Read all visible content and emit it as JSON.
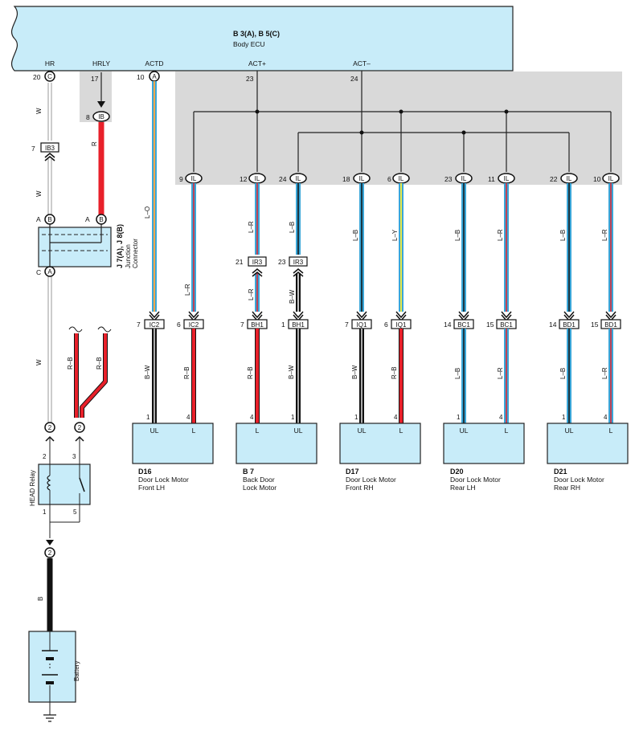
{
  "ecu": {
    "code": "B 3(A), B 5(C)",
    "name": "Body ECU",
    "terminals": [
      "HR",
      "HRLY",
      "ACTD",
      "ACT+",
      "ACT–"
    ]
  },
  "pins": {
    "hr": "20",
    "hr_conn": "C",
    "hrly": "17",
    "actd": "10",
    "actd_conn": "A",
    "actp": "23",
    "actm": "24"
  },
  "connectors": {
    "ib_pin": "8",
    "ib": "IB",
    "ib3_pin": "7",
    "ib3": "IB3",
    "il": "IL",
    "ir3": "IR3",
    "ic2": "IC2",
    "bh1": "BH1",
    "iq1": "IQ1",
    "bc1": "BC1",
    "bd1": "BD1"
  },
  "il_pins": [
    "9",
    "12",
    "24",
    "18",
    "6",
    "23",
    "11",
    "22",
    "10"
  ],
  "junction": {
    "code": "J 7(A), J 8(B)",
    "line1": "Junction",
    "line2": "Connector",
    "a": "A",
    "b": "B",
    "c": "C"
  },
  "wires": {
    "w": "W",
    "r": "R",
    "lo": "L–O",
    "lr": "L–R",
    "lb": "L–B",
    "ly": "L–Y",
    "bw": "B–W",
    "rb": "R–B",
    "b": "B"
  },
  "pin_nums": {
    "n21": "21",
    "n23": "23",
    "n7": "7",
    "n6": "6",
    "n1": "1",
    "n14": "14",
    "n15": "15",
    "n4": "4",
    "n2": "2",
    "n3": "3",
    "n5": "5"
  },
  "motor_terms": {
    "ul": "UL",
    "l": "L"
  },
  "motors": [
    {
      "code": "D16",
      "line1": "Door Lock Motor",
      "line2": "Front LH"
    },
    {
      "code": "B 7",
      "line1": "Back Door",
      "line2": "Lock Motor"
    },
    {
      "code": "D17",
      "line1": "Door Lock Motor",
      "line2": "Front RH"
    },
    {
      "code": "D20",
      "line1": "Door Lock Motor",
      "line2": "Rear LH"
    },
    {
      "code": "D21",
      "line1": "Door Lock Motor",
      "line2": "Rear RH"
    }
  ],
  "relay": {
    "name": "HEAD Relay"
  },
  "battery": {
    "name": "Battery"
  },
  "colors": {
    "box_fill": "#c8ecf9",
    "shade": "#d9d9d9",
    "red": "#e8202a",
    "blue": "#3aa6d8",
    "yellow": "#e8e84a",
    "orange": "#f2a84a",
    "black": "#111111"
  }
}
